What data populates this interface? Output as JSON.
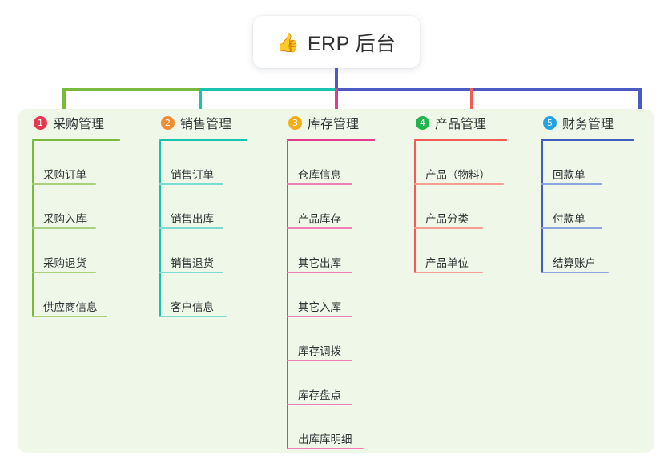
{
  "root": {
    "icon": "thumbs-up-icon",
    "icon_glyph": "👍",
    "title": "ERP 后台"
  },
  "palette": {
    "panel_background": "#eef7e8",
    "page_background": "#ffffff",
    "trunk": "#4a5cc4"
  },
  "columns": [
    {
      "badge": "1",
      "badge_color": "#e8384f",
      "line_color": "#79b93c",
      "sub_line_color": "#a9cf7f",
      "title": "采购管理",
      "rule_width": 110,
      "items": [
        {
          "label": "采购订单",
          "rule_width": 80
        },
        {
          "label": "采购入库",
          "rule_width": 80
        },
        {
          "label": "采购退货",
          "rule_width": 80
        },
        {
          "label": "供应商信息",
          "rule_width": 94
        }
      ]
    },
    {
      "badge": "2",
      "badge_color": "#f28c30",
      "line_color": "#18c3b0",
      "sub_line_color": "#7ddbd0",
      "title": "销售管理",
      "rule_width": 110,
      "items": [
        {
          "label": "销售订单",
          "rule_width": 80
        },
        {
          "label": "销售出库",
          "rule_width": 80
        },
        {
          "label": "销售退货",
          "rule_width": 80
        },
        {
          "label": "客户信息",
          "rule_width": 84
        }
      ]
    },
    {
      "badge": "3",
      "badge_color": "#f5ae1b",
      "line_color": "#e63b8c",
      "sub_line_color": "#ef7fb4",
      "title": "库存管理",
      "rule_width": 110,
      "items": [
        {
          "label": "仓库信息",
          "rule_width": 82
        },
        {
          "label": "产品库存",
          "rule_width": 82
        },
        {
          "label": "其它出库",
          "rule_width": 82
        },
        {
          "label": "其它入库",
          "rule_width": 82
        },
        {
          "label": "库存调拨",
          "rule_width": 82
        },
        {
          "label": "库存盘点",
          "rule_width": 82
        },
        {
          "label": "出库库明细",
          "rule_width": 96
        }
      ]
    },
    {
      "badge": "4",
      "badge_color": "#21b44c",
      "line_color": "#f25c52",
      "sub_line_color": "#f59d94",
      "title": "产品管理",
      "rule_width": 116,
      "items": [
        {
          "label": "产品（物料）",
          "rule_width": 112
        },
        {
          "label": "产品分类",
          "rule_width": 86
        },
        {
          "label": "产品单位",
          "rule_width": 86
        }
      ]
    },
    {
      "badge": "5",
      "badge_color": "#24a3df",
      "line_color": "#3f5fc0",
      "sub_line_color": "#8ea6e0",
      "title": "财务管理",
      "rule_width": 116,
      "items": [
        {
          "label": "回款单",
          "rule_width": 76
        },
        {
          "label": "付款单",
          "rule_width": 76
        },
        {
          "label": "结算账户",
          "rule_width": 84
        }
      ]
    }
  ]
}
